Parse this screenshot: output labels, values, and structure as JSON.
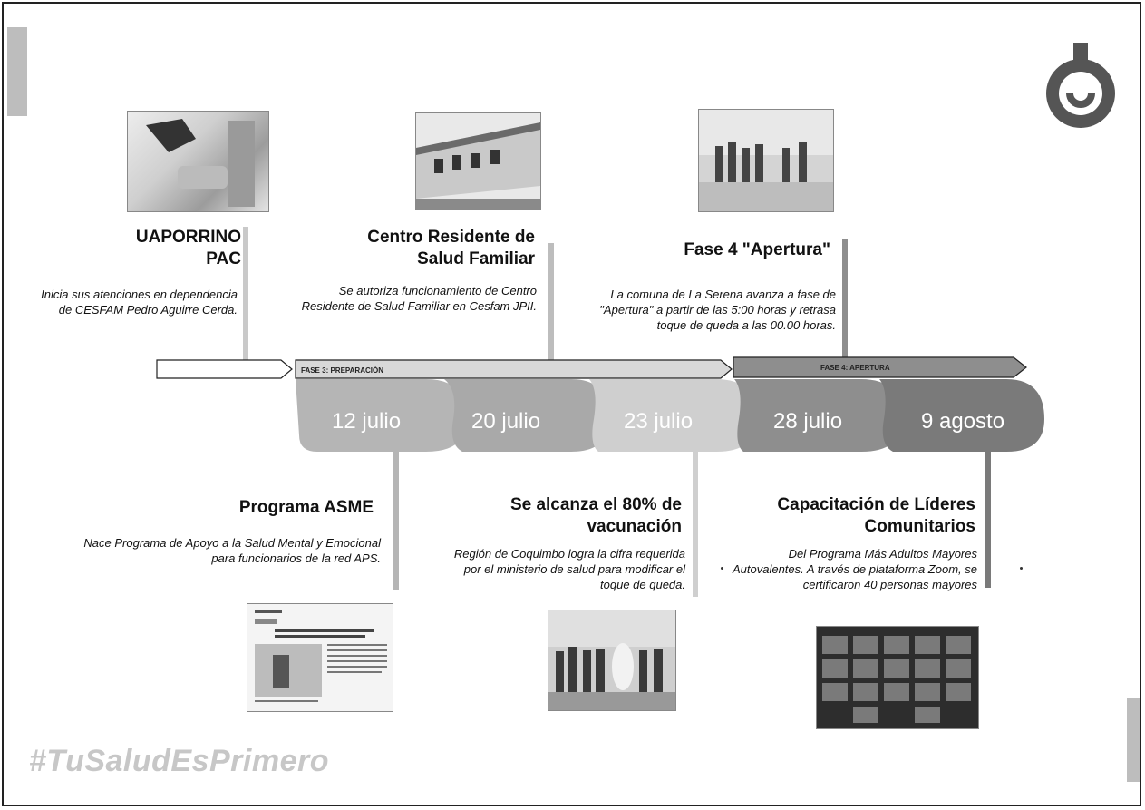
{
  "events_top": [
    {
      "title": "UAPORRINO\nPAC",
      "description": "Inicia sus atenciones en dependencia de CESFAM Pedro Aguirre Cerda."
    },
    {
      "title": "Centro Residente de Salud Familiar",
      "description": "Se autoriza funcionamiento de Centro Residente de Salud Familiar en Cesfam JPII."
    },
    {
      "title": "Fase 4 \"Apertura\"",
      "description": "La comuna de La Serena avanza a fase de \"Apertura\" a partir de las 5:00 horas y retrasa toque de queda a las 00.00 horas."
    }
  ],
  "events_bottom": [
    {
      "title": "Programa ASME",
      "description": "Nace Programa de Apoyo a la Salud Mental y Emocional para funcionarios de la red APS."
    },
    {
      "title": "Se alcanza el 80% de vacunación",
      "description": "Región de Coquimbo logra la cifra requerida por el ministerio de salud para modificar el toque de queda."
    },
    {
      "title": "Capacitación de Líderes Comunitarios",
      "description": "Del Programa Más Adultos Mayores Autovalentes. A través de plataforma Zoom, se certificaron 40 personas mayores"
    }
  ],
  "phases": [
    {
      "label": "FASE 3: PREPARACIÓN"
    },
    {
      "label": "FASE 4: APERTURA"
    }
  ],
  "dates": [
    "12 julio",
    "20 julio",
    "23 julio",
    "28 julio",
    "9 agosto"
  ],
  "hashtag": "#TuSaludEsPrimero",
  "colors": {
    "date_1": "#b5b5b5",
    "date_2": "#a9a9a9",
    "date_3": "#cfcfcf",
    "date_4": "#8e8e8e",
    "date_5": "#7a7a7a",
    "logo": "#555555",
    "hashtag": "#c7c7c7"
  }
}
